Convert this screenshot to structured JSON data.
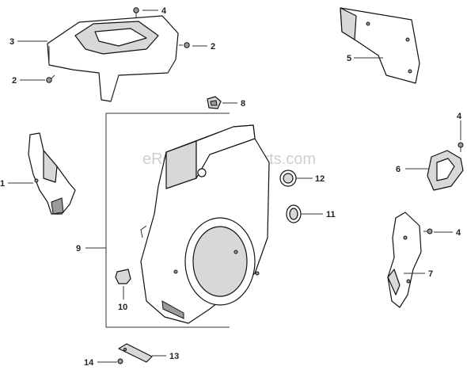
{
  "watermark": "eReplacementParts.com",
  "callouts": [
    {
      "id": "4a",
      "text": "4"
    },
    {
      "id": "3",
      "text": "3"
    },
    {
      "id": "2a",
      "text": "2"
    },
    {
      "id": "2b",
      "text": "2"
    },
    {
      "id": "5",
      "text": "5"
    },
    {
      "id": "8",
      "text": "8"
    },
    {
      "id": "4b",
      "text": "4"
    },
    {
      "id": "6",
      "text": "6"
    },
    {
      "id": "1",
      "text": "1"
    },
    {
      "id": "12",
      "text": "12"
    },
    {
      "id": "11",
      "text": "11"
    },
    {
      "id": "9",
      "text": "9"
    },
    {
      "id": "4c",
      "text": "4"
    },
    {
      "id": "7",
      "text": "7"
    },
    {
      "id": "10",
      "text": "10"
    },
    {
      "id": "13",
      "text": "13"
    },
    {
      "id": "14",
      "text": "14"
    }
  ]
}
